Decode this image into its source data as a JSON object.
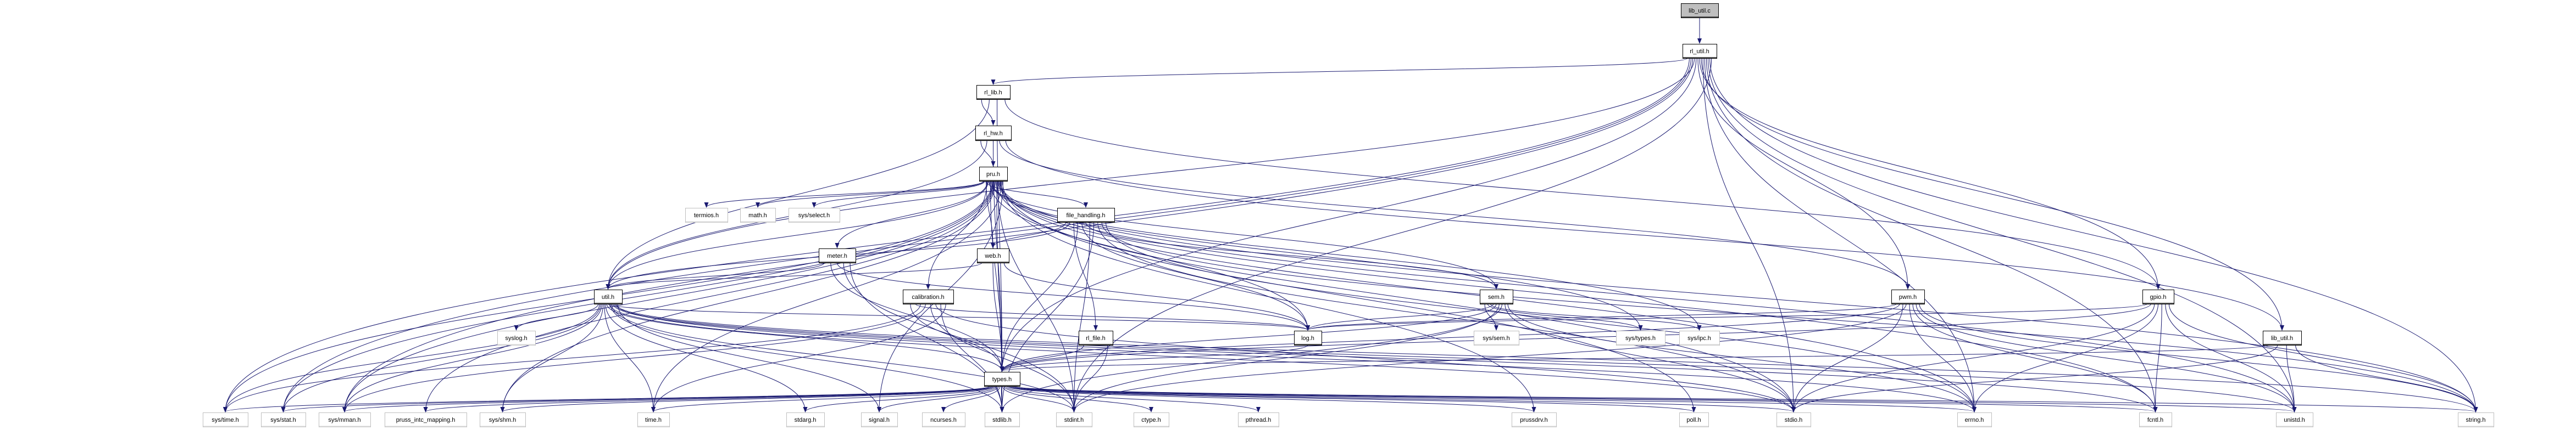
{
  "title": "lib_util.c",
  "colors": {
    "edge": "#191970",
    "root_fill": "#bfbfbf",
    "project_border": "#000000",
    "project_shadow": "#555555",
    "system_border": "#bfbfbf",
    "node_fill": "#ffffff"
  },
  "nodes": [
    {
      "id": "lib_util.c",
      "kind": "root"
    },
    {
      "id": "rl_util.h",
      "kind": "project"
    },
    {
      "id": "rl_lib.h",
      "kind": "project"
    },
    {
      "id": "rl_hw.h",
      "kind": "project"
    },
    {
      "id": "pru.h",
      "kind": "project"
    },
    {
      "id": "termios.h",
      "kind": "system"
    },
    {
      "id": "math.h",
      "kind": "system"
    },
    {
      "id": "sys/select.h",
      "kind": "system"
    },
    {
      "id": "file_handling.h",
      "kind": "project"
    },
    {
      "id": "web.h",
      "kind": "project"
    },
    {
      "id": "meter.h",
      "kind": "project"
    },
    {
      "id": "util.h",
      "kind": "project"
    },
    {
      "id": "calibration.h",
      "kind": "project"
    },
    {
      "id": "sem.h",
      "kind": "project"
    },
    {
      "id": "pwm.h",
      "kind": "project"
    },
    {
      "id": "gpio.h",
      "kind": "project"
    },
    {
      "id": "syslog.h",
      "kind": "system"
    },
    {
      "id": "rl_file.h",
      "kind": "project"
    },
    {
      "id": "log.h",
      "kind": "project"
    },
    {
      "id": "sys/sem.h",
      "kind": "system"
    },
    {
      "id": "sys/types.h",
      "kind": "system"
    },
    {
      "id": "sys/ipc.h",
      "kind": "system"
    },
    {
      "id": "lib_util.h",
      "kind": "project"
    },
    {
      "id": "types.h",
      "kind": "project"
    },
    {
      "id": "sys/time.h",
      "kind": "system"
    },
    {
      "id": "sys/stat.h",
      "kind": "system"
    },
    {
      "id": "sys/mman.h",
      "kind": "system"
    },
    {
      "id": "pruss_intc_mapping.h",
      "kind": "system"
    },
    {
      "id": "sys/shm.h",
      "kind": "system"
    },
    {
      "id": "time.h",
      "kind": "system"
    },
    {
      "id": "stdarg.h",
      "kind": "system"
    },
    {
      "id": "signal.h",
      "kind": "system"
    },
    {
      "id": "ncurses.h",
      "kind": "system"
    },
    {
      "id": "stdlib.h",
      "kind": "system"
    },
    {
      "id": "stdint.h",
      "kind": "system"
    },
    {
      "id": "ctype.h",
      "kind": "system"
    },
    {
      "id": "pthread.h",
      "kind": "system"
    },
    {
      "id": "prussdrv.h",
      "kind": "system"
    },
    {
      "id": "poll.h",
      "kind": "system"
    },
    {
      "id": "stdio.h",
      "kind": "system"
    },
    {
      "id": "errno.h",
      "kind": "system"
    },
    {
      "id": "fcntl.h",
      "kind": "system"
    },
    {
      "id": "unistd.h",
      "kind": "system"
    },
    {
      "id": "string.h",
      "kind": "system"
    }
  ],
  "edges": {
    "lib_util.c": [
      "rl_util.h"
    ],
    "rl_util.h": [
      "rl_lib.h",
      "sys/time.h",
      "sys/stat.h",
      "sys/mman.h",
      "util.h",
      "types.h",
      "pwm.h",
      "gpio.h",
      "lib_util.h",
      "stdio.h",
      "errno.h",
      "fcntl.h",
      "unistd.h",
      "string.h",
      "stdint.h"
    ],
    "rl_lib.h": [
      "rl_hw.h",
      "util.h",
      "types.h",
      "gpio.h"
    ],
    "rl_hw.h": [
      "pru.h",
      "util.h",
      "types.h",
      "pwm.h",
      "lib_util.h"
    ],
    "pru.h": [
      "termios.h",
      "math.h",
      "sys/select.h",
      "file_handling.h",
      "web.h",
      "calibration.h",
      "meter.h",
      "util.h",
      "sem.h",
      "log.h",
      "types.h",
      "sys/types.h",
      "sys/ipc.h",
      "sys/time.h",
      "sys/stat.h",
      "sys/mman.h",
      "pruss_intc_mapping.h",
      "sys/shm.h",
      "stdio.h",
      "stdlib.h",
      "stdint.h",
      "fcntl.h",
      "unistd.h",
      "string.h",
      "errno.h",
      "prussdrv.h",
      "time.h",
      "poll.h",
      "signal.h"
    ],
    "file_handling.h": [
      "web.h",
      "util.h",
      "rl_file.h",
      "types.h",
      "log.h",
      "sem.h",
      "stdint.h",
      "stdlib.h",
      "stdio.h",
      "string.h",
      "errno.h"
    ],
    "web.h": [
      "util.h",
      "types.h",
      "log.h"
    ],
    "calibration.h": [
      "types.h",
      "log.h",
      "sys/time.h",
      "sys/mman.h",
      "stdint.h",
      "stdio.h",
      "stdlib.h",
      "time.h"
    ],
    "meter.h": [
      "util.h",
      "types.h",
      "log.h",
      "stdint.h",
      "stdlib.h"
    ],
    "util.h": [
      "syslog.h",
      "sys/time.h",
      "sys/stat.h",
      "sys/mman.h",
      "sys/shm.h",
      "time.h",
      "stdarg.h",
      "types.h",
      "log.h",
      "stdio.h",
      "stdlib.h",
      "stdint.h",
      "fcntl.h",
      "unistd.h",
      "string.h",
      "errno.h",
      "signal.h"
    ],
    "sem.h": [
      "sys/sem.h",
      "sys/types.h",
      "sys/ipc.h",
      "log.h",
      "types.h",
      "stdint.h",
      "stdlib.h",
      "stdio.h",
      "errno.h"
    ],
    "rl_file.h": [
      "types.h",
      "stdint.h"
    ],
    "log.h": [
      "types.h"
    ],
    "types.h": [
      "sys/time.h",
      "sys/stat.h",
      "sys/mman.h",
      "pruss_intc_mapping.h",
      "sys/shm.h",
      "time.h",
      "stdarg.h",
      "signal.h",
      "ncurses.h",
      "stdlib.h",
      "stdint.h",
      "ctype.h",
      "pthread.h",
      "prussdrv.h",
      "poll.h",
      "stdio.h",
      "errno.h",
      "fcntl.h",
      "unistd.h",
      "string.h"
    ],
    "pwm.h": [
      "log.h",
      "types.h",
      "stdio.h",
      "stdint.h",
      "errno.h",
      "fcntl.h",
      "unistd.h",
      "string.h"
    ],
    "gpio.h": [
      "log.h",
      "types.h",
      "stdio.h",
      "errno.h",
      "fcntl.h",
      "unistd.h",
      "string.h"
    ],
    "lib_util.h": [
      "types.h",
      "stdio.h",
      "unistd.h",
      "string.h"
    ]
  }
}
